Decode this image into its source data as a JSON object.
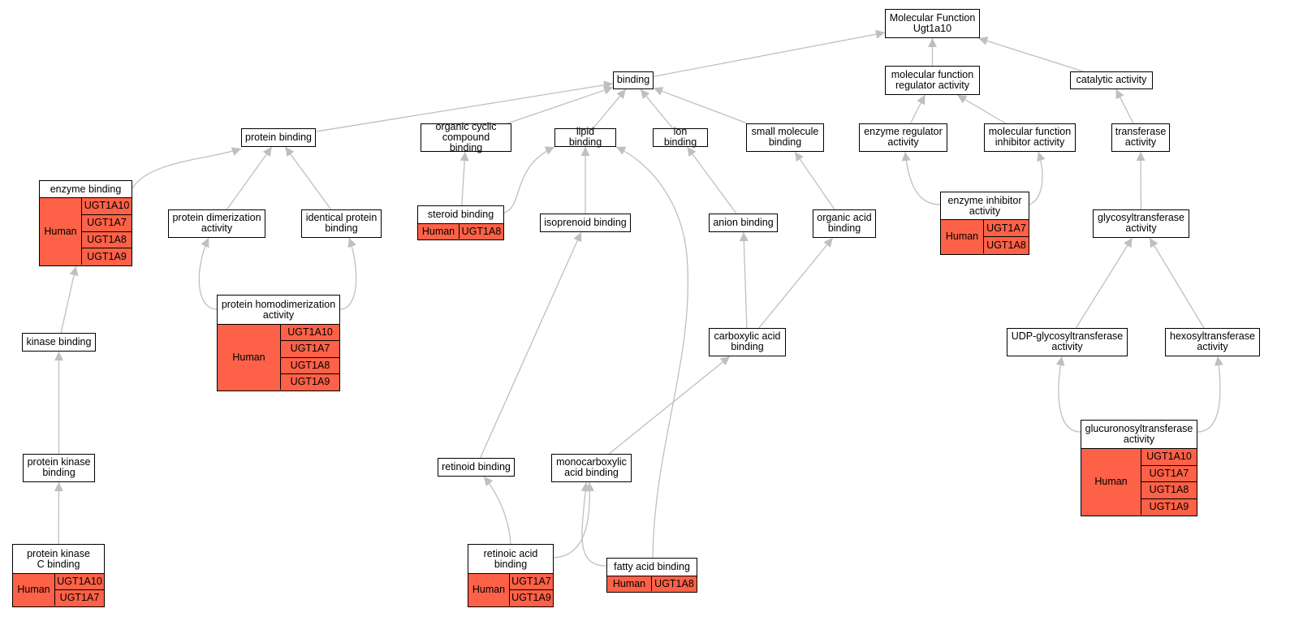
{
  "nodes": [
    {
      "id": "mf",
      "label": [
        "Molecular Function",
        "Ugt1a10"
      ]
    },
    {
      "id": "binding",
      "label": [
        "binding"
      ]
    },
    {
      "id": "mfra",
      "label": [
        "molecular function",
        "regulator activity"
      ]
    },
    {
      "id": "catalytic",
      "label": [
        "catalytic activity"
      ]
    },
    {
      "id": "protbind",
      "label": [
        "protein binding"
      ]
    },
    {
      "id": "organiccyclic",
      "label": [
        "organic cyclic",
        "compound binding"
      ]
    },
    {
      "id": "lipid",
      "label": [
        "lipid binding"
      ]
    },
    {
      "id": "ion",
      "label": [
        "ion binding"
      ]
    },
    {
      "id": "smallmol",
      "label": [
        "small molecule",
        "binding"
      ]
    },
    {
      "id": "enzreg",
      "label": [
        "enzyme regulator",
        "activity"
      ]
    },
    {
      "id": "mfinhib",
      "label": [
        "molecular function",
        "inhibitor activity"
      ]
    },
    {
      "id": "transferase",
      "label": [
        "transferase",
        "activity"
      ]
    },
    {
      "id": "enzyme",
      "label": [
        "enzyme binding"
      ],
      "species": "Human",
      "genes": [
        "UGT1A10",
        "UGT1A7",
        "UGT1A8",
        "UGT1A9"
      ]
    },
    {
      "id": "dimer",
      "label": [
        "protein dimerization",
        "activity"
      ]
    },
    {
      "id": "identical",
      "label": [
        "identical protein",
        "binding"
      ]
    },
    {
      "id": "steroid",
      "label": [
        "steroid binding"
      ],
      "species": "Human",
      "genes": [
        "UGT1A8"
      ]
    },
    {
      "id": "isoprenoid",
      "label": [
        "isoprenoid binding"
      ]
    },
    {
      "id": "anion",
      "label": [
        "anion binding"
      ]
    },
    {
      "id": "organicacid",
      "label": [
        "organic acid",
        "binding"
      ]
    },
    {
      "id": "enzinhib",
      "label": [
        "enzyme inhibitor",
        "activity"
      ],
      "species": "Human",
      "genes": [
        "UGT1A7",
        "UGT1A8"
      ]
    },
    {
      "id": "glycosyl",
      "label": [
        "glycosyltransferase",
        "activity"
      ]
    },
    {
      "id": "homodimer",
      "label": [
        "protein homodimerization",
        "activity"
      ],
      "species": "Human",
      "genes": [
        "UGT1A10",
        "UGT1A7",
        "UGT1A8",
        "UGT1A9"
      ]
    },
    {
      "id": "kinase",
      "label": [
        "kinase binding"
      ]
    },
    {
      "id": "carboxylic",
      "label": [
        "carboxylic acid",
        "binding"
      ]
    },
    {
      "id": "udpglyco",
      "label": [
        "UDP-glycosyltransferase",
        "activity"
      ]
    },
    {
      "id": "hexosyl",
      "label": [
        "hexosyltransferase",
        "activity"
      ]
    },
    {
      "id": "protkinase",
      "label": [
        "protein kinase",
        "binding"
      ]
    },
    {
      "id": "retinoid",
      "label": [
        "retinoid binding"
      ]
    },
    {
      "id": "monocarb",
      "label": [
        "monocarboxylic",
        "acid binding"
      ]
    },
    {
      "id": "glucuron",
      "label": [
        "glucuronosyltransferase",
        "activity"
      ],
      "species": "Human",
      "genes": [
        "UGT1A10",
        "UGT1A7",
        "UGT1A8",
        "UGT1A9"
      ]
    },
    {
      "id": "pkc",
      "label": [
        "protein kinase",
        "C binding"
      ],
      "species": "Human",
      "genes": [
        "UGT1A10",
        "UGT1A7"
      ]
    },
    {
      "id": "retinoic",
      "label": [
        "retinoic acid",
        "binding"
      ],
      "species": "Human",
      "genes": [
        "UGT1A7",
        "UGT1A9"
      ]
    },
    {
      "id": "fattyacid",
      "label": [
        "fatty acid binding"
      ],
      "species": "Human",
      "genes": [
        "UGT1A8"
      ]
    }
  ],
  "edges": [
    [
      "binding",
      "mf"
    ],
    [
      "mfra",
      "mf"
    ],
    [
      "catalytic",
      "mf"
    ],
    [
      "protbind",
      "binding"
    ],
    [
      "organiccyclic",
      "binding"
    ],
    [
      "lipid",
      "binding"
    ],
    [
      "ion",
      "binding"
    ],
    [
      "smallmol",
      "binding"
    ],
    [
      "enzreg",
      "mfra"
    ],
    [
      "mfinhib",
      "mfra"
    ],
    [
      "transferase",
      "catalytic"
    ],
    [
      "enzyme",
      "protbind"
    ],
    [
      "dimer",
      "protbind"
    ],
    [
      "identical",
      "protbind"
    ],
    [
      "steroid",
      "organiccyclic"
    ],
    [
      "steroid",
      "lipid"
    ],
    [
      "isoprenoid",
      "lipid"
    ],
    [
      "fattyacid",
      "lipid"
    ],
    [
      "anion",
      "ion"
    ],
    [
      "organicacid",
      "smallmol"
    ],
    [
      "enzinhib",
      "enzreg"
    ],
    [
      "enzinhib",
      "mfinhib"
    ],
    [
      "glycosyl",
      "transferase"
    ],
    [
      "homodimer",
      "dimer"
    ],
    [
      "homodimer",
      "identical"
    ],
    [
      "kinase",
      "enzyme"
    ],
    [
      "carboxylic",
      "anion"
    ],
    [
      "carboxylic",
      "organicacid"
    ],
    [
      "udpglyco",
      "glycosyl"
    ],
    [
      "hexosyl",
      "glycosyl"
    ],
    [
      "protkinase",
      "kinase"
    ],
    [
      "retinoid",
      "isoprenoid"
    ],
    [
      "monocarb",
      "carboxylic"
    ],
    [
      "glucuron",
      "udpglyco"
    ],
    [
      "glucuron",
      "hexosyl"
    ],
    [
      "pkc",
      "protkinase"
    ],
    [
      "retinoic",
      "retinoid"
    ],
    [
      "retinoic",
      "monocarb"
    ],
    [
      "fattyacid",
      "monocarb"
    ]
  ],
  "colors": {
    "annotation_fill": "#fd6147",
    "edge": "#bfbfbf",
    "border": "#000000"
  }
}
